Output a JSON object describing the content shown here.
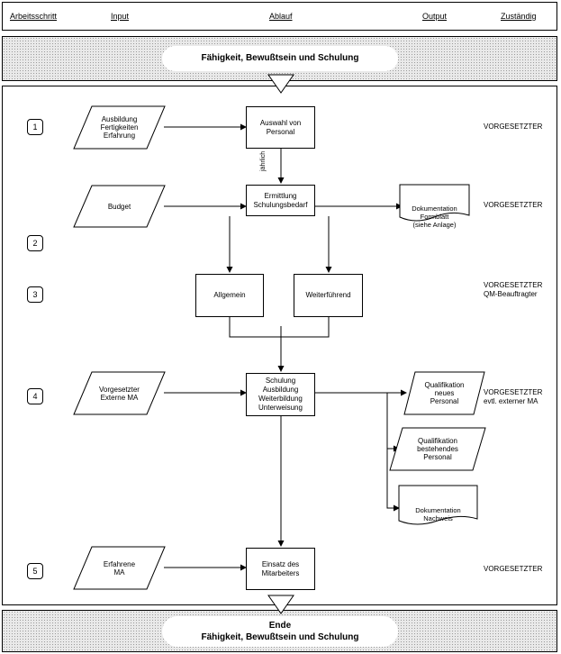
{
  "header": {
    "arbeitsschritt": "Arbeitsschritt",
    "input": "Input",
    "ablauf": "Ablauf",
    "output": "Output",
    "zustaendig": "Zuständig"
  },
  "top_title": "Fähigkeit, Bewußtsein und Schulung",
  "bottom_line1": "Ende",
  "bottom_line2": "Fähigkeit, Bewußtsein und Schulung",
  "steps": [
    "1",
    "2",
    "3",
    "4",
    "5"
  ],
  "inputs": {
    "in1": "Ausbildung\nFertigkeiten\nErfahrung",
    "in2": "Budget",
    "in3": "Vorgesetzter\nExterne MA",
    "in4": "Erfahrene\nMA"
  },
  "processes": {
    "p1": "Auswahl von\nPersonal",
    "p2": "Ermittlung\nSchulungsbedarf",
    "p3a": "Allgemein",
    "p3b": "Weiterführend",
    "p4": "Schulung\nAusbildung\nWeiterbildung\nUnterweisung",
    "p5": "Einsatz des\nMitarbeiters"
  },
  "arrow_label": "jährlich",
  "outputs": {
    "o1": "Dokumentation\nFormblatt\n(siehe Anlage)",
    "o2": "Qualifikation\nneues\nPersonal",
    "o3": "Qualifikation\nbestehendes\nPersonal",
    "o4": "Dokumentation\nNachweis"
  },
  "responsible": {
    "r1": "VORGESETZTER",
    "r2": "VORGESETZTER",
    "r3": "VORGESETZTER\nQM-Beauftragter",
    "r4": "VORGESETZTER\nevtl. externer MA",
    "r5": "VORGESETZTER"
  }
}
